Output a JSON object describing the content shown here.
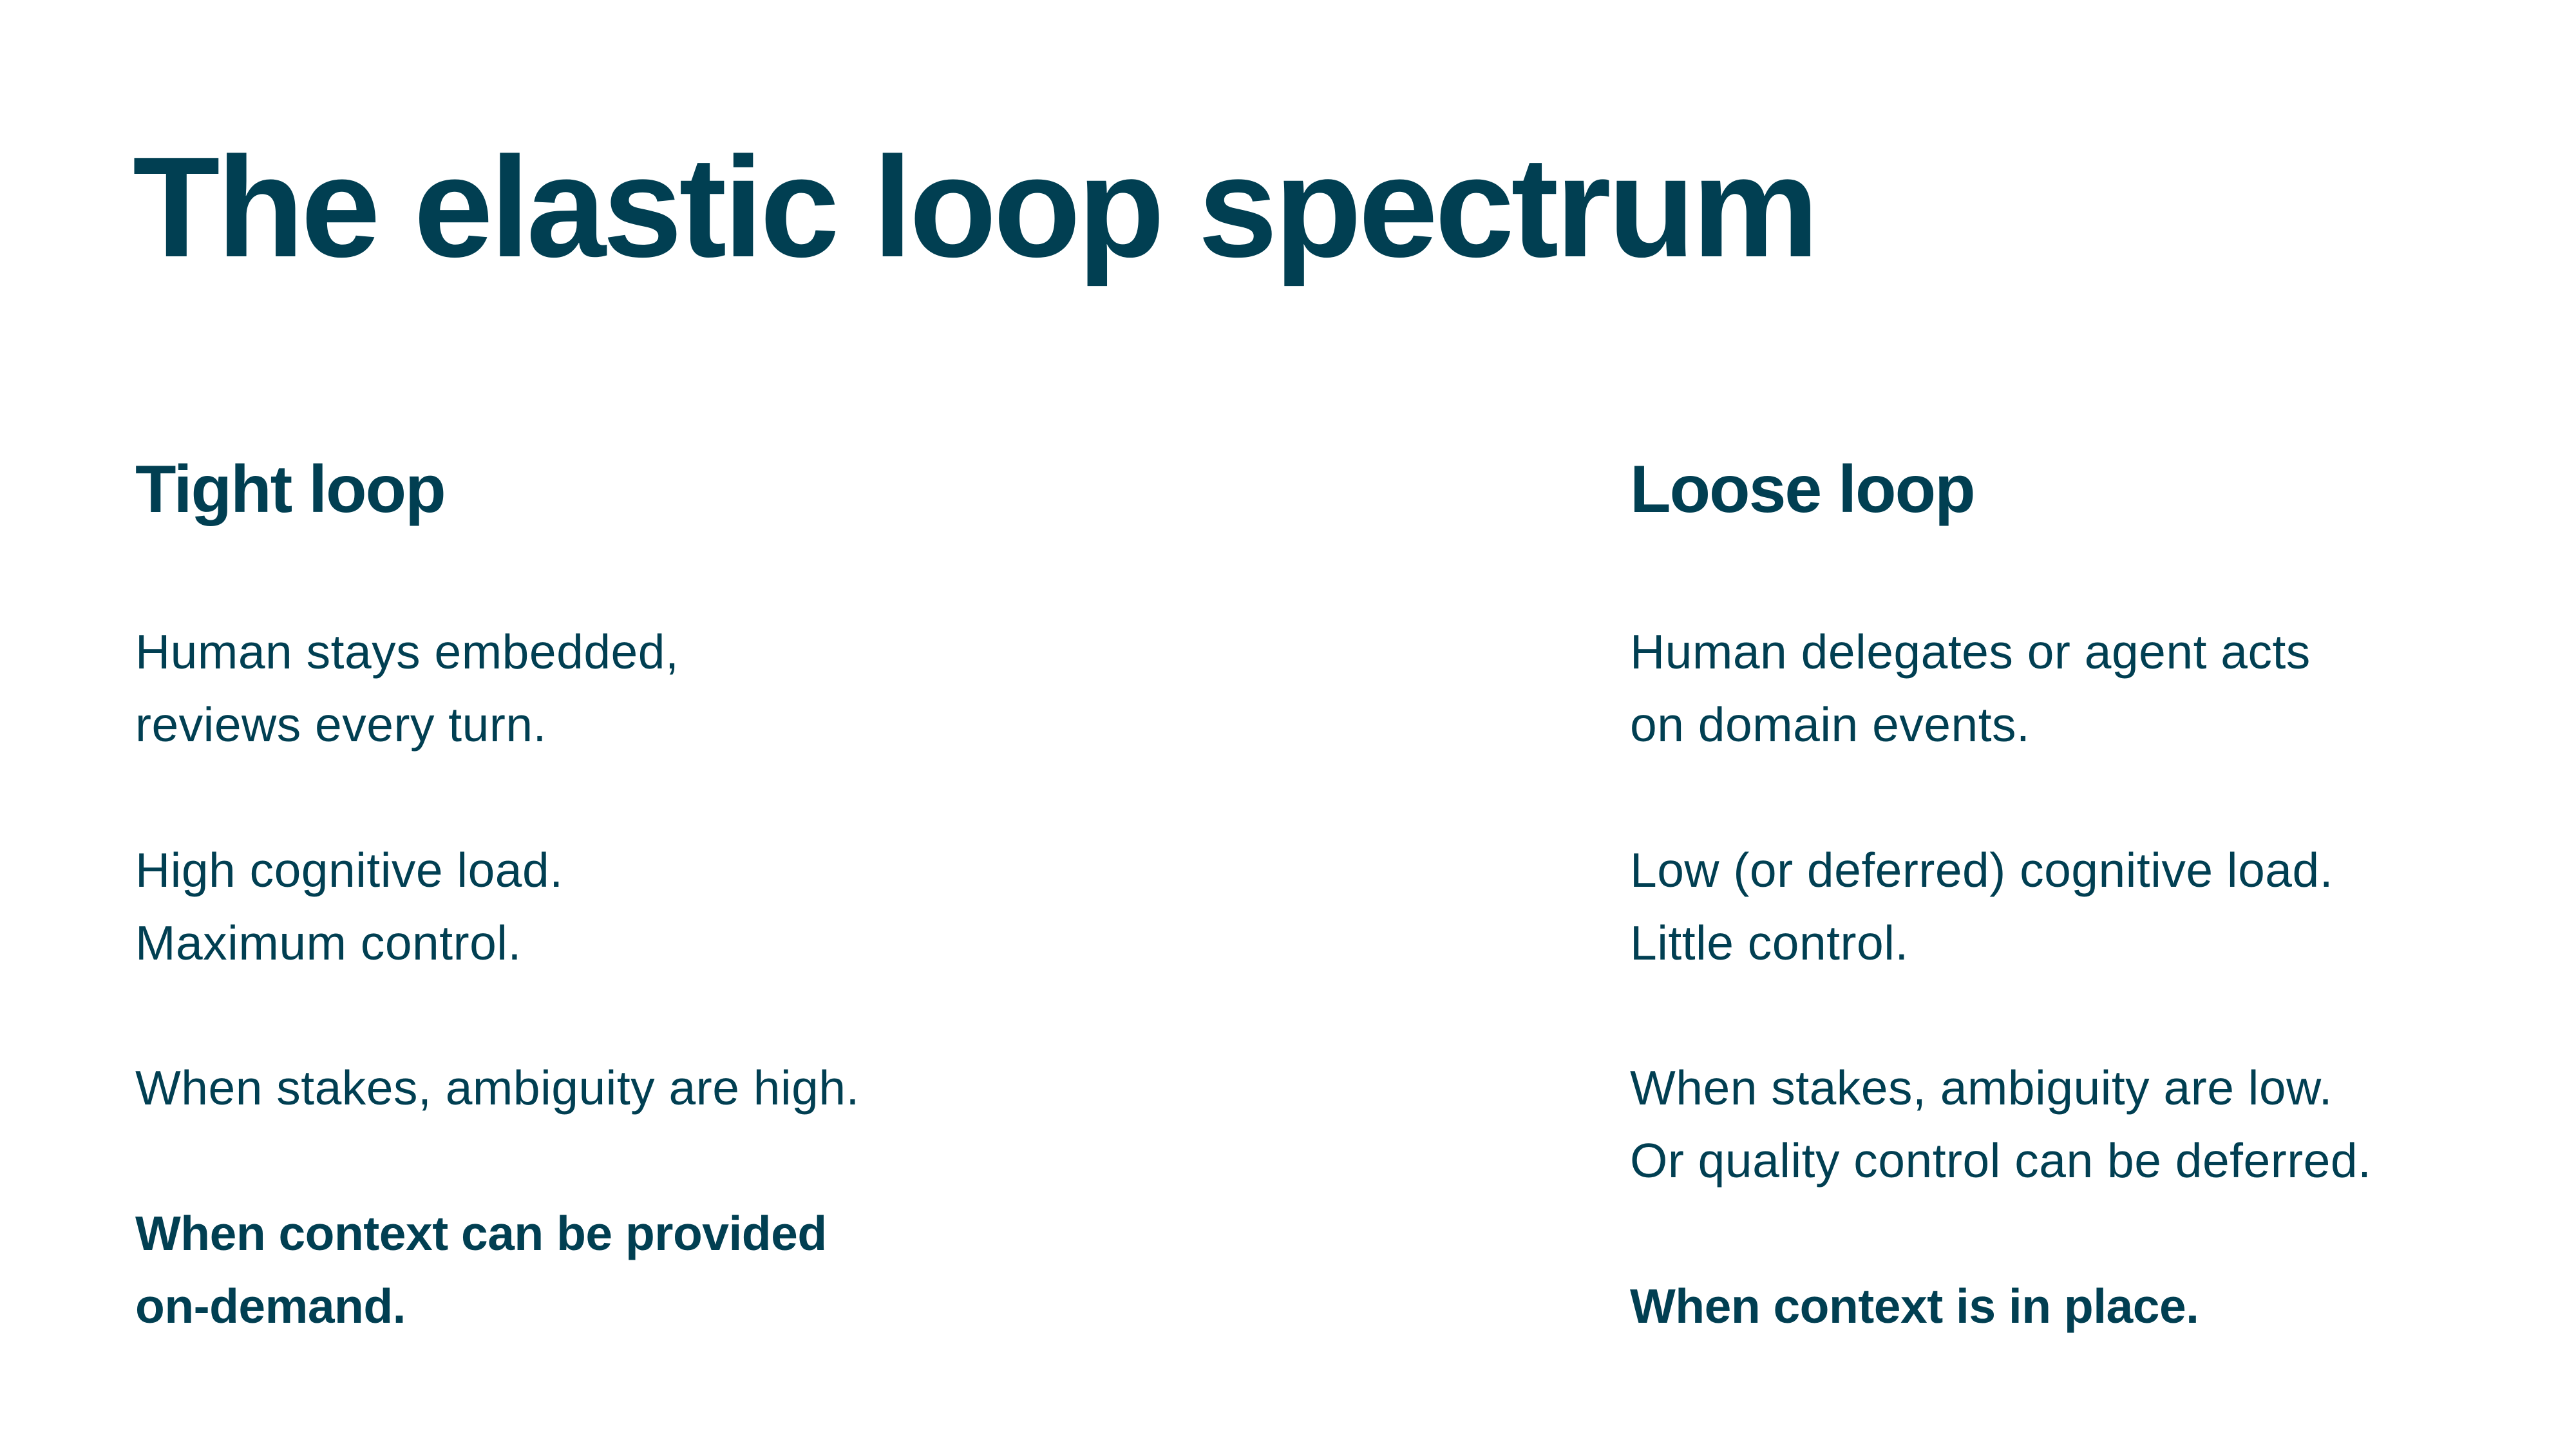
{
  "title": "The elastic loop spectrum",
  "colors": {
    "text": "#013f52",
    "background": "#ffffff"
  },
  "left": {
    "heading": "Tight loop",
    "paragraphs": [
      {
        "lines": [
          "Human stays embedded,",
          "reviews every turn."
        ]
      },
      {
        "lines": [
          "High cognitive load.",
          "Maximum control."
        ]
      },
      {
        "lines": [
          "When stakes, ambiguity are high."
        ]
      },
      {
        "lines": [
          "When context can be provided",
          "on-demand."
        ]
      }
    ]
  },
  "right": {
    "heading": "Loose loop",
    "paragraphs": [
      {
        "lines": [
          "Human delegates or agent acts",
          "on domain events."
        ]
      },
      {
        "lines": [
          "Low (or deferred) cognitive load.",
          "Little control."
        ]
      },
      {
        "lines": [
          "When stakes, ambiguity are low.",
          "Or quality control can be deferred."
        ]
      },
      {
        "lines": [
          "When context is in place."
        ]
      }
    ]
  }
}
